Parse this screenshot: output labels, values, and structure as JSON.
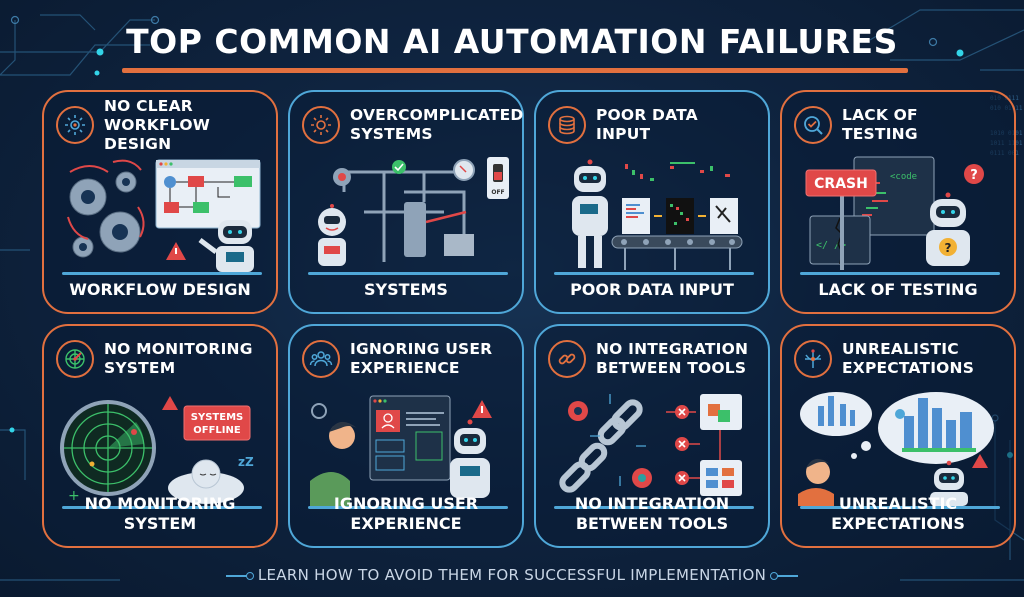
{
  "title": "TOP COMMON AI AUTOMATION FAILURES",
  "footer": "LEARN HOW TO AVOID THEM FOR SUCCESSFUL IMPLEMENTATION",
  "colors": {
    "background": "#0f2440",
    "accent_orange": "#e2703f",
    "accent_blue": "#4fa7d8",
    "alert_red": "#e04848",
    "ok_green": "#3cc06a",
    "text": "#ffffff"
  },
  "panels": [
    {
      "title": "NO CLEAR\nWORKFLOW DESIGN",
      "caption": "WORKFLOW DESIGN",
      "icon": "gear-icon",
      "border": "orange",
      "art": "tangled-gears-flowchart-robot"
    },
    {
      "title": "OVERCOMPLICATED\nSYSTEMS",
      "caption": "SYSTEMS",
      "icon": "gear-icon",
      "border": "blue",
      "art": "complex-machine-off-switch-robot",
      "art_labels": {
        "switch": "OFF"
      }
    },
    {
      "title": "POOR DATA\nINPUT",
      "caption": "POOR DATA INPUT",
      "icon": "database-icon",
      "border": "blue",
      "art": "robot-conveyor-corrupted-documents"
    },
    {
      "title": "LACK OF\nTESTING",
      "caption": "LACK OF TESTING",
      "icon": "search-check-icon",
      "border": "orange",
      "art": "crash-sign-code-window-confused-robot",
      "art_labels": {
        "sign": "CRASH",
        "code": "<code",
        "tags": "</ />"
      }
    },
    {
      "title": "NO MONITORING\nSYSTEM",
      "caption": "NO MONITORING\nSYSTEM",
      "icon": "radar-icon",
      "border": "orange",
      "art": "radar-sleeping-robot",
      "art_labels": {
        "sign": "SYSTEMS\nOFFLINE",
        "sleep": "zZ"
      }
    },
    {
      "title": "IGNORING USER\nEXPERIENCE",
      "caption": "IGNORING USER\nEXPERIENCE",
      "icon": "users-icon",
      "border": "blue",
      "art": "confused-user-app-window-robot"
    },
    {
      "title": "NO INTEGRATION\nBETWEEN TOOLS",
      "caption": "NO INTEGRATION\nBETWEEN TOOLS",
      "icon": "link-icon",
      "border": "blue",
      "art": "broken-chain-disconnected-tools"
    },
    {
      "title": "UNREALISTIC\nEXPECTATIONS",
      "caption": "UNREALISTIC\nEXPECTATIONS",
      "icon": "target-icon",
      "border": "orange",
      "art": "dream-city-clouds-person-robot"
    }
  ]
}
